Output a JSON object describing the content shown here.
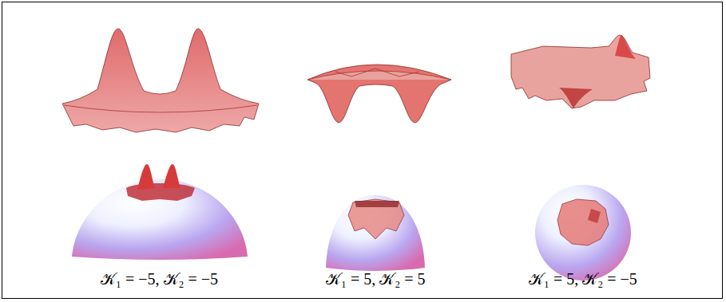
{
  "diagram": {
    "labels": [
      "𝒦₁ = −5, 𝒦₂ = −5",
      "𝒦₁ = 5, 𝒦₂ = 5",
      "𝒦₁ = 5, 𝒦₂ = −5"
    ]
  }
}
